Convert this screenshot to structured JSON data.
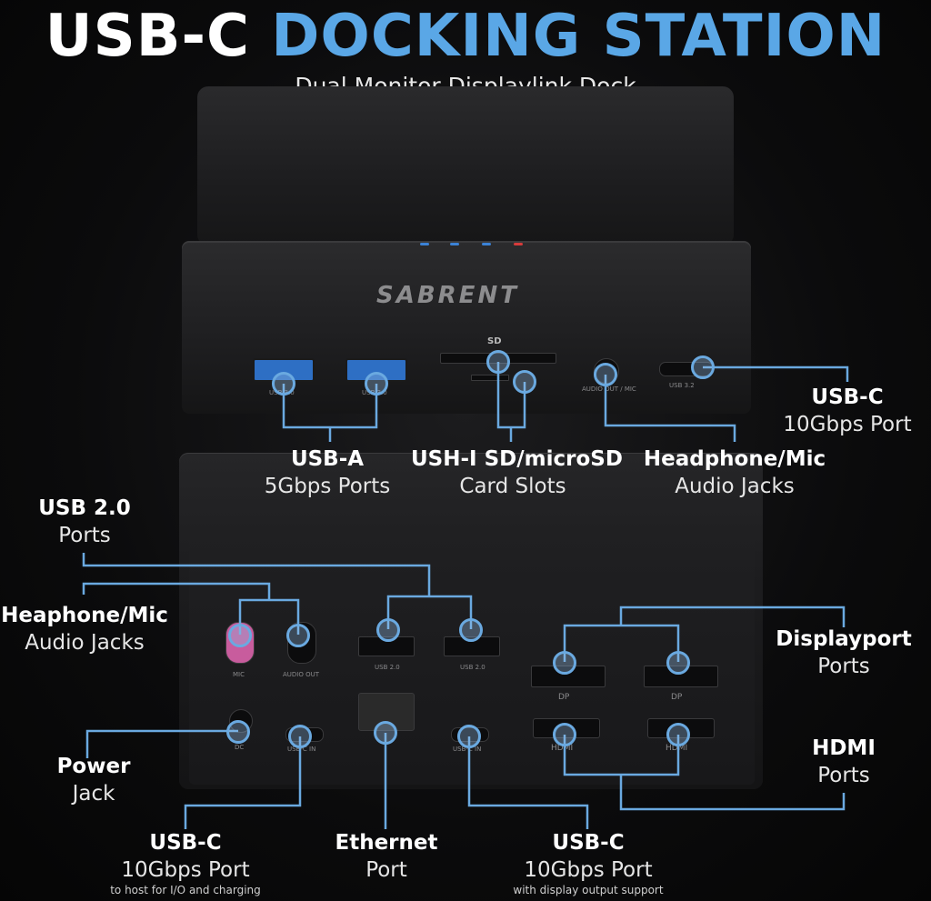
{
  "header": {
    "title_part1": "USB-C",
    "title_part2": "DOCKING STATION",
    "subtitle": "Dual Monitor Displaylink Dock"
  },
  "device": {
    "brand_logo": "SABRENT",
    "port_labels": {
      "usb30_a": "USB 3.0",
      "usb30_b": "USB 3.0",
      "sd": "SD",
      "audio_front": "AUDIO OUT / MIC",
      "usb32": "USB 3.2",
      "mic": "MIC",
      "audio_out": "AUDIO OUT",
      "usb20_a": "USB 2.0",
      "usb20_b": "USB 2.0",
      "dp_a": "DP",
      "dp_b": "DP",
      "dc": "DC",
      "hdmi_a": "HDMI",
      "hdmi_b": "HDMI",
      "usbc_in": "USB-C IN",
      "usbc_out": "USB-C IN"
    },
    "accent_color": "#5aa7e6",
    "marker_color": "#6aa9e0"
  },
  "callouts": {
    "usbc_top": {
      "heading": "USB-C",
      "sub": "10Gbps Port"
    },
    "usba": {
      "heading": "USB-A",
      "sub": "5Gbps Ports"
    },
    "sd": {
      "heading": "USH-I SD/microSD",
      "sub": "Card Slots"
    },
    "headphone_front": {
      "heading": "Headphone/Mic",
      "sub": "Audio Jacks"
    },
    "usb20": {
      "heading": "USB 2.0",
      "sub": "Ports"
    },
    "heaphone_back": {
      "heading": "Heaphone/Mic",
      "sub": "Audio Jacks"
    },
    "displayport": {
      "heading": "Displayport",
      "sub": "Ports"
    },
    "power": {
      "heading": "Power",
      "sub": "Jack"
    },
    "hdmi": {
      "heading": "HDMI",
      "sub": "Ports"
    },
    "usbc_host": {
      "heading": "USB-C",
      "sub": "10Gbps Port",
      "note": "to host for I/O and charging"
    },
    "ethernet": {
      "heading": "Ethernet",
      "sub": "Port"
    },
    "usbc_display": {
      "heading": "USB-C",
      "sub": "10Gbps Port",
      "note": "with display output support"
    }
  }
}
